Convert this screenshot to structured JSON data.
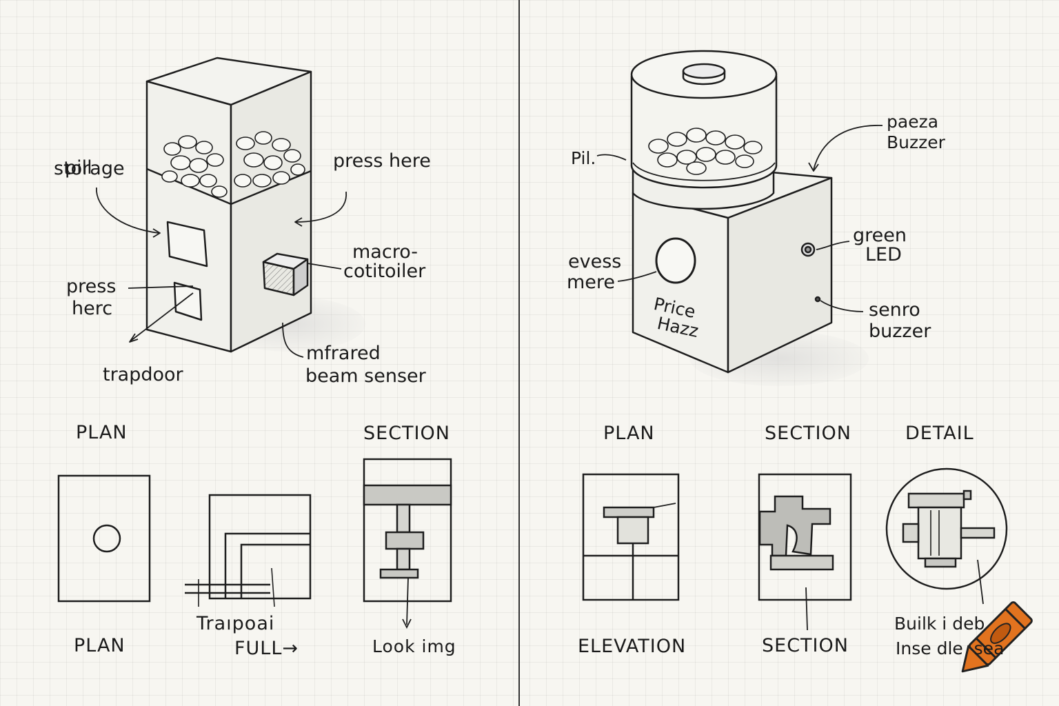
{
  "left_sheet": {
    "labels": {
      "pill_storage_1": "pill",
      "pill_storage_2": "storage",
      "press_here_top": "press here",
      "microcontroller_1": "macro-",
      "microcontroller_2": "cotitoiler",
      "press_here_left_1": "press",
      "press_here_left_2": "herc",
      "trapdoor": "trapdoor",
      "infrared_1": "mfrared",
      "infrared_2": "beam senser"
    },
    "views": {
      "plan_heading": "PLAN",
      "section_heading": "SECTION",
      "plan_caption": "PLAN",
      "trapdoor_caption_1": "Traıpoai",
      "trapdoor_caption_2": "FULL→",
      "section_caption": "Look img"
    }
  },
  "right_sheet": {
    "labels": {
      "pil": "Pil.",
      "piezo_1": "paeza",
      "piezo_2": "Buzzer",
      "green_led_1": "green",
      "green_led_2": "LED",
      "press_here_1": "evess",
      "press_here_2": "mere",
      "price_1": "Price",
      "price_2": "Hazz",
      "sensor_buzzer_1": "senro",
      "sensor_buzzer_2": "buzzer"
    },
    "views": {
      "plan_heading": "PLAN",
      "section_heading": "SECTION",
      "detail_heading": "DETAIL",
      "elevation_caption": "ELEVATION",
      "section_caption": "SECTION",
      "detail_caption_1": "Builk i deb",
      "detail_caption_2": "Inse dle  sea"
    }
  },
  "colors": {
    "paper": "#f7f6f1",
    "ink": "#1d1d1d",
    "crayon": "#e2731f"
  },
  "icons": [
    "crayon-icon"
  ]
}
